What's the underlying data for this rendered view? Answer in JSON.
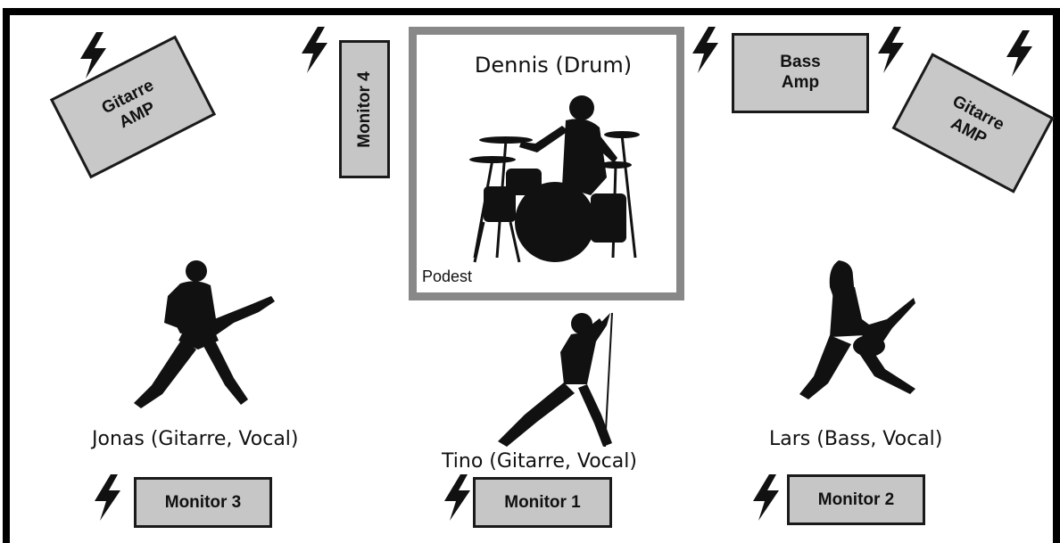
{
  "amps": {
    "left_guitar": "Gitarre\nAMP",
    "bass": "Bass\nAmp",
    "right_guitar": "Gitarre\nAMP"
  },
  "monitors": {
    "m1": "Monitor 1",
    "m2": "Monitor 2",
    "m3": "Monitor 3",
    "m4": "Monitor 4"
  },
  "drum_riser": {
    "player": "Dennis (Drum)",
    "label": "Podest"
  },
  "musicians": {
    "left": "Jonas (Gitarre, Vocal)",
    "center": "Tino (Gitarre, Vocal)",
    "right": "Lars (Bass, Vocal)"
  },
  "icons": [
    "power-outlet-icon"
  ]
}
